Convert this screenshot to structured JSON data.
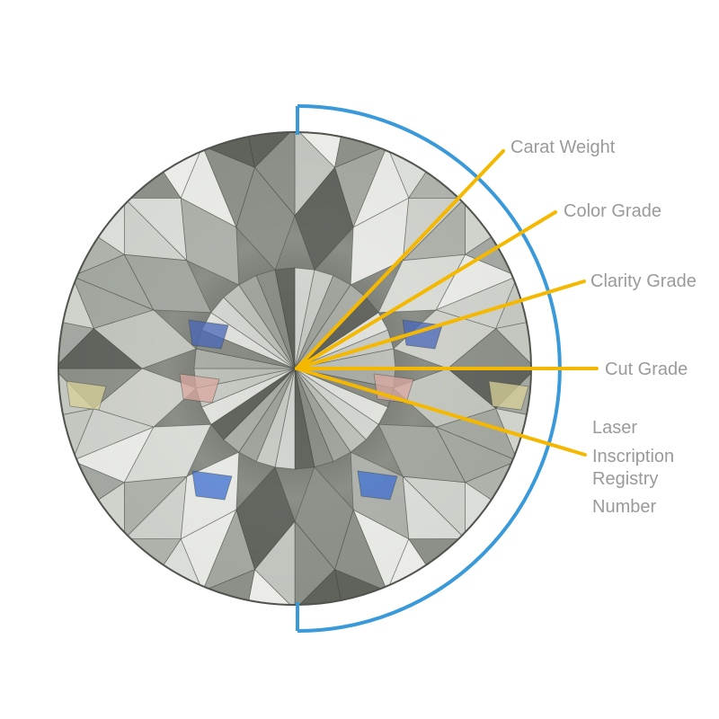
{
  "diagram": {
    "labels": {
      "carat_weight": "Carat Weight",
      "color_grade": "Color Grade",
      "clarity_grade": "Clarity Grade",
      "cut_grade": "Cut Grade",
      "laser_line_1": "Laser",
      "laser_line_2": "Inscription",
      "laser_line_3": "Registry",
      "laser_line_4": "Number"
    },
    "colors": {
      "pointer_lines": "#f5b800",
      "girdle_bracket": "#3a9ad9",
      "label_text": "#9a9a9a",
      "diamond_base": "#6f736c"
    }
  }
}
